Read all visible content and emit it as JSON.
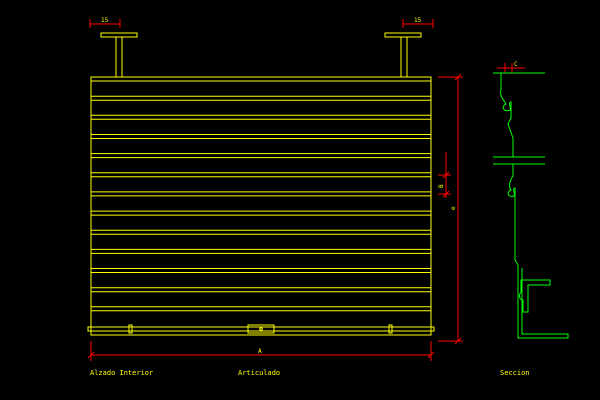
{
  "colors": {
    "background": "#000000",
    "shutter": "#ffff00",
    "dimension": "#ff0000",
    "section": "#00ff00",
    "label": "#ffff00",
    "dimension_text": "#ffff00"
  },
  "labels": {
    "front_view": "Alzado Interior",
    "type": "Articulado",
    "section": "Seccion"
  },
  "dimensions": {
    "left_bracket": "15",
    "right_bracket": "15",
    "width": "A",
    "height": "e",
    "slat_pitch": "B",
    "section_top": "C"
  }
}
